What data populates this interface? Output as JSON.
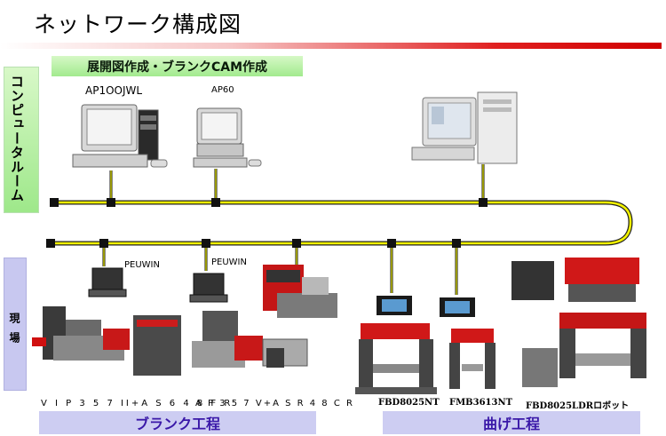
{
  "title": "ネットワーク構成図",
  "sections": {
    "computer_room": "コンピュータルーム",
    "site": "現場"
  },
  "cam_label": "展開図作成・ブランクCAM作成",
  "computers": [
    {
      "label": "AP1OOJWL"
    },
    {
      "label": "AP60"
    }
  ],
  "peuwin": [
    "PEUWIN",
    "PEUWIN"
  ],
  "machines": {
    "vip": "V I P 3 5 7 II+A S 6 4 8 F R",
    "ap357": "A P 3 5 7 V+A S R 4 8 C R",
    "fbd8025": "FBD8025NT",
    "fmb": "FMB3613NT",
    "fbd_robot": "FBD8025LDRロボット"
  },
  "process": {
    "blank": "ブランク工程",
    "bend": "曲げ工程"
  },
  "colors": {
    "title_bar_end": "#d00000",
    "network_line": "#f2f200",
    "section_green": "#9ee88a",
    "section_purple": "#c8c8f0",
    "process_text": "#3a18a8"
  }
}
